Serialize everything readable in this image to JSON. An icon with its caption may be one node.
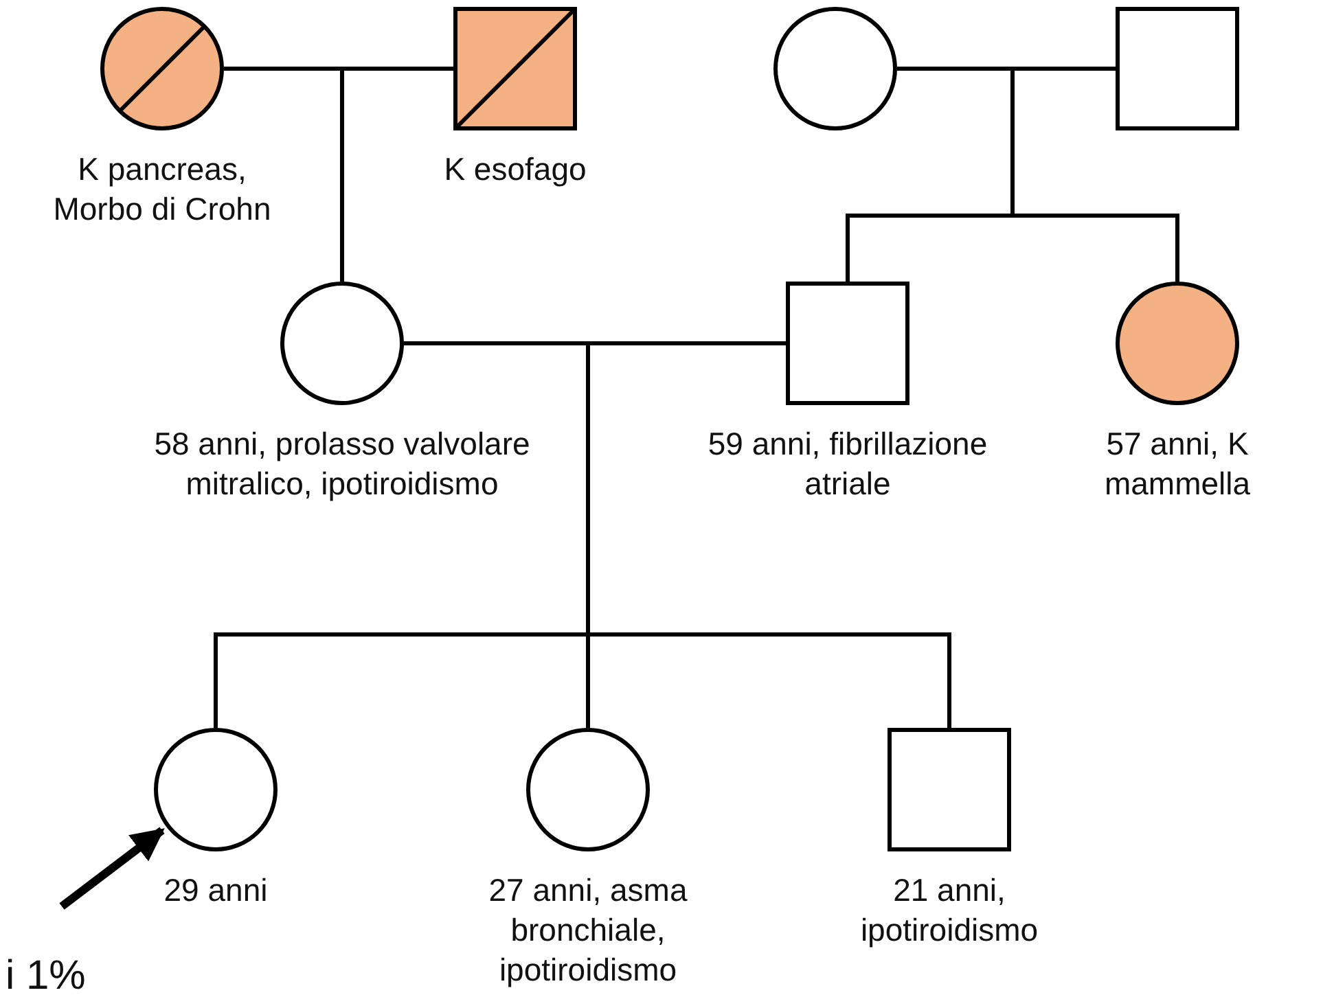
{
  "diagram": {
    "nodes": [
      {
        "text": [],
        "shape": "circle",
        "beside": [
          "K pancreas, Morbo di Crohn"
        ]
      },
      {
        "text": [],
        "shape": "box",
        "beside": [
          "K esofago"
        ]
      },
      {
        "text": [],
        "shape": "circle"
      },
      {
        "text": [],
        "shape": "box"
      },
      {
        "text": [],
        "shape": "circle",
        "beside": [
          "58 anni, prolasso valvolare mitralico, ipotiroidismo"
        ]
      },
      {
        "text": [],
        "shape": "box",
        "beside": [
          "59 anni, fibrillazione atriale"
        ]
      },
      {
        "text": [],
        "shape": "circle",
        "beside": [
          "57 anni, K mammella"
        ]
      },
      {
        "text": [],
        "shape": "circle",
        "beside": [
          "29 anni"
        ]
      },
      {
        "text": [],
        "shape": "circle",
        "beside": [
          "27 anni, asma bronchiale, ipotiroidismo"
        ]
      },
      {
        "text": [],
        "shape": "box",
        "beside": [
          "21 anni, ipotiroidismo"
        ]
      }
    ],
    "edges": [
      {
        "from": 0,
        "to": 1,
        "arrow": "none"
      },
      {
        "from": 2,
        "to": 3,
        "arrow": "none"
      },
      {
        "from": 0,
        "to": 4,
        "arrow": "none"
      },
      {
        "from": 1,
        "to": 4,
        "arrow": "none"
      },
      {
        "from": 2,
        "to": 5,
        "arrow": "none"
      },
      {
        "from": 3,
        "to": 5,
        "arrow": "none"
      },
      {
        "from": 2,
        "to": 6,
        "arrow": "none"
      },
      {
        "from": 3,
        "to": 6,
        "arrow": "none"
      },
      {
        "from": 4,
        "to": 5,
        "arrow": "none"
      },
      {
        "from": 4,
        "to": 7,
        "arrow": "none"
      },
      {
        "from": 5,
        "to": 7,
        "arrow": "none"
      },
      {
        "from": 4,
        "to": 8,
        "arrow": "none"
      },
      {
        "from": 5,
        "to": 8,
        "arrow": "none"
      },
      {
        "from": 4,
        "to": 9,
        "arrow": "none"
      },
      {
        "from": 5,
        "to": 9,
        "arrow": "none"
      },
      {
        "from": null,
        "to": 7,
        "arrow": "to",
        "style": "thick"
      }
    ],
    "labels": [
      "i 1%"
    ]
  }
}
